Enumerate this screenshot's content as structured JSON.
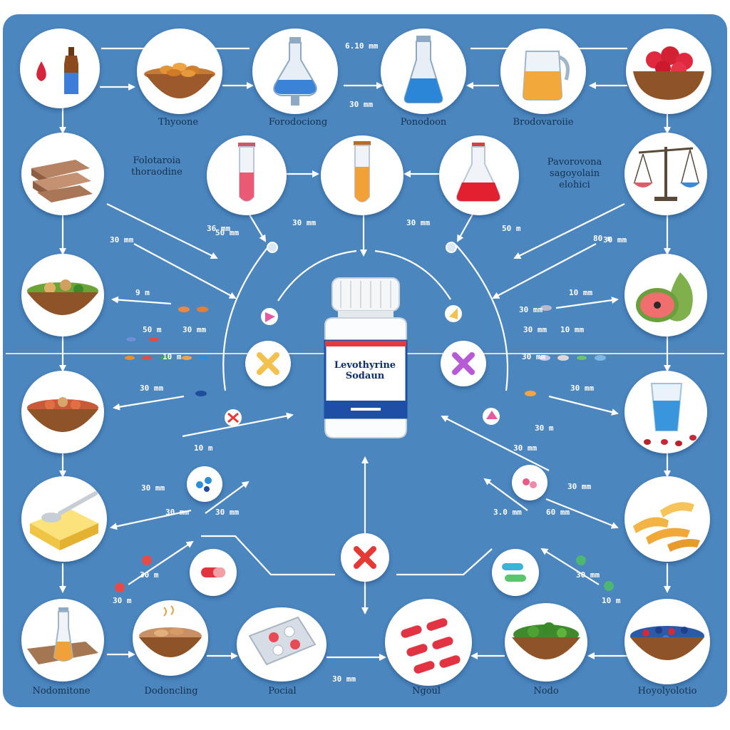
{
  "colors": {
    "background": "#4b86bf",
    "node_fill": "#ffffff",
    "arrow": "#ffffff",
    "label_text": "#14314f",
    "avoid_mark": "#e53935",
    "caution_mark": "#f2c14e",
    "interaction_mark": "#b65ad6"
  },
  "center": {
    "product_label": "Levothyrine\nSodaun",
    "icon": "medicine-bottle-icon"
  },
  "top_labels": [
    "Thyoone",
    "Forodociong",
    "Ponodoon",
    "Brodovaroiie"
  ],
  "side_labels": {
    "left": "Folotaroia\nthoraodine",
    "right": "Pavorovona\nsagoyolain\nelohici"
  },
  "bottom_labels": [
    "Nodomitone",
    "Dodoncling",
    "Pocial",
    "Ngoul",
    "Nodo",
    "Hoyolyolotio"
  ],
  "distance_labels": [
    "6.10 mm",
    "30 mm",
    "30 mm",
    "36 mm",
    "30 mm",
    "30 mm",
    "50 m",
    "30 mm",
    "9 m",
    "10 mm",
    "50 m",
    "30 mm",
    "30 mm",
    "30 mm",
    "10 mm",
    "30 mm",
    "30 mm",
    "30 mm",
    "10 m",
    "30 mm",
    "30 mm",
    "30 mm",
    "30 mm",
    "30 mm",
    "3.0 mm",
    "60 mm",
    "30 m",
    "30 mm",
    "30 m",
    "10 m",
    "30 mm",
    "10 m",
    "30 m",
    "80 m",
    "50 mm"
  ],
  "markers": {
    "center_left": "caution-x-icon",
    "center_right": "interaction-x-icon",
    "center_bottom": "avoid-x-icon"
  },
  "nodes": {
    "top": [
      "blood-drop-and-bottle-icon",
      "food-bowl-icon",
      "flask-icon",
      "beaker-icon",
      "juice-pitcher-icon",
      "berry-bowl-icon"
    ],
    "row2": [
      "bread-slices-icon",
      "test-tube-pink-icon",
      "test-tube-orange-icon",
      "flask-red-icon",
      "balance-scale-icon"
    ],
    "left": [
      "salad-bowl-icon",
      "bean-bowl-icon",
      "butter-spoon-icon"
    ],
    "right": [
      "papaya-icon",
      "water-glass-icon",
      "fries-icon"
    ],
    "bottom": [
      "flask-on-board-icon",
      "grain-bowl-icon",
      "pill-blister-icon",
      "capsule-tray-icon",
      "greens-bowl-icon",
      "blueberry-bowl-icon"
    ]
  }
}
